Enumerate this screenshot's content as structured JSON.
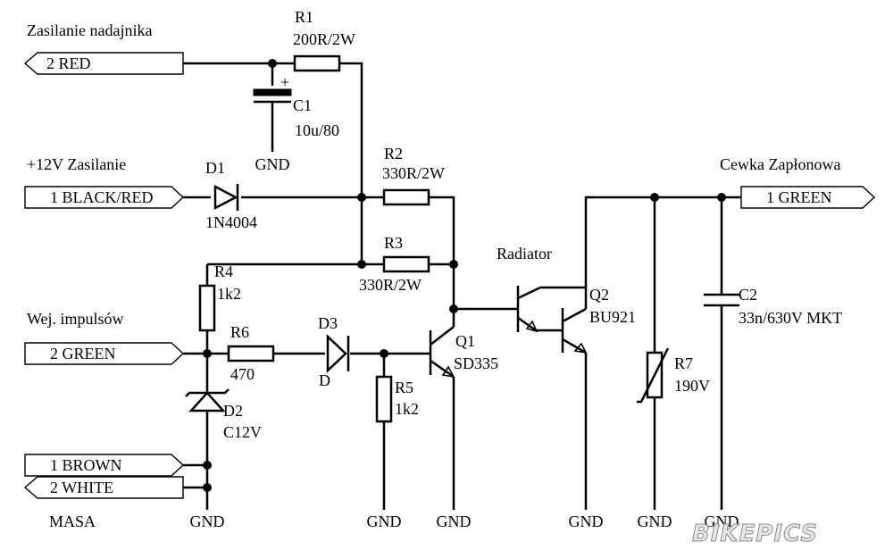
{
  "nets": {
    "supply_tx": "Zasilanie nadajnika",
    "supply_12v": "+12V Zasilanie",
    "pulse_input": "Wej. impulsów",
    "ground_net": "MASA",
    "ignition_coil": "Cewka Zapłonowa",
    "heatsink": "Radiator"
  },
  "connectors": {
    "red": "2 RED",
    "black_red": "1 BLACK/RED",
    "green_in": "2 GREEN",
    "brown": "1 BROWN",
    "white": "2 WHITE",
    "green_out": "1 GREEN"
  },
  "components": {
    "r1": {
      "ref": "R1",
      "value": "200R/2W"
    },
    "c1": {
      "ref": "C1",
      "value": "10u/80",
      "polarity": "+"
    },
    "d1": {
      "ref": "D1",
      "value": "1N4004"
    },
    "r2": {
      "ref": "R2",
      "value": "330R/2W"
    },
    "r3": {
      "ref": "R3",
      "value": "330R/2W"
    },
    "r4": {
      "ref": "R4",
      "value": "1k2"
    },
    "r6": {
      "ref": "R6",
      "value": "470"
    },
    "d3": {
      "ref": "D3",
      "value": "D"
    },
    "r5": {
      "ref": "R5",
      "value": "1k2"
    },
    "d2": {
      "ref": "D2",
      "value": "C12V"
    },
    "q1": {
      "ref": "Q1",
      "value": "SD335"
    },
    "q2": {
      "ref": "Q2",
      "value": "BU921"
    },
    "r7": {
      "ref": "R7",
      "value": "190V"
    },
    "c2": {
      "ref": "C2",
      "value": "33n/630V MKT"
    }
  },
  "ground_label": "GND",
  "watermark": "BIKEPICS"
}
